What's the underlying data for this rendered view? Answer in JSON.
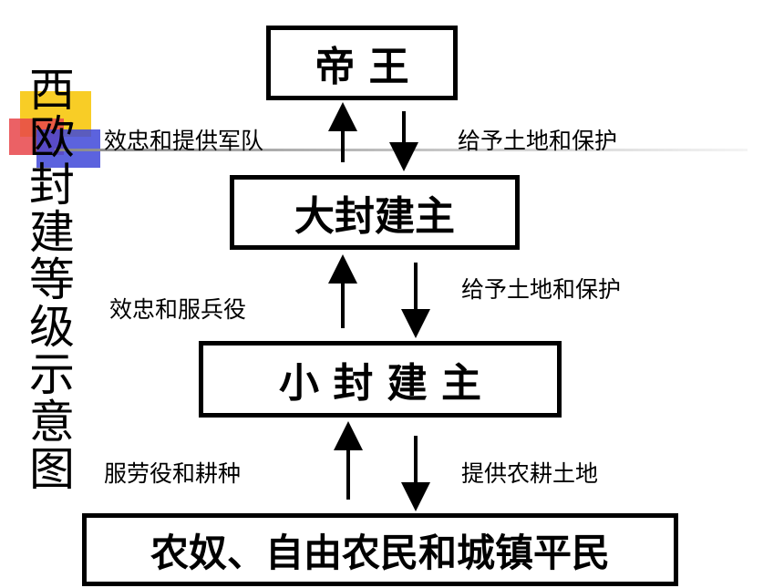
{
  "side_title": "西欧封建等级示意图",
  "levels": {
    "emperor": "帝 王",
    "great_lord": "大封建主",
    "minor_lord": "小 封 建 主",
    "peasants": "农奴、自由农民和城镇平民"
  },
  "relations": {
    "lord_to_emperor": "效忠和提供军队",
    "emperor_to_lord": "给予土地和保护",
    "vassal_to_lord": "效忠和服兵役",
    "lord_to_vassal": "给予土地和保护",
    "peasants_to_vassal": "服劳役和耕种",
    "vassal_to_peasants": "提供农耕土地"
  }
}
